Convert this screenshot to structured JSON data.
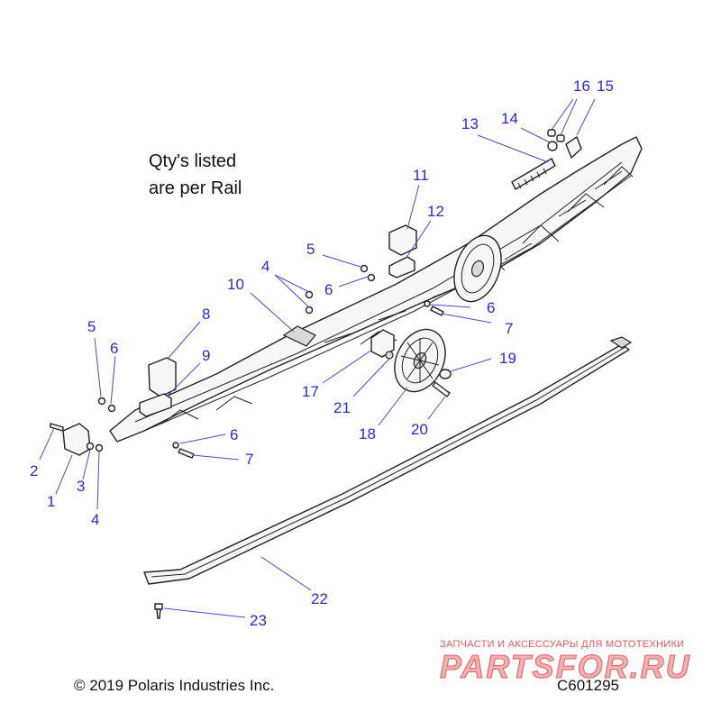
{
  "note": {
    "line1": "Qty's listed",
    "line2": "are per Rail"
  },
  "copyright": "© 2019 Polaris Industries Inc.",
  "diagram_code": "C601295",
  "watermark": {
    "tagline": "ЗАПЧАСТИ И АКСЕССУАРЫ ДЛЯ МОТОТЕХНИКИ",
    "brand": "PARTSFOR.RU"
  },
  "callout_color": "#2b2bc8",
  "callouts": {
    "c1": "1",
    "c2": "2",
    "c3": "3",
    "c4a": "4",
    "c4b": "4",
    "c5a": "5",
    "c5b": "5",
    "c6a": "6",
    "c6b": "6",
    "c6c": "6",
    "c6d": "6",
    "c7a": "7",
    "c7b": "7",
    "c8": "8",
    "c9": "9",
    "c10": "10",
    "c11": "11",
    "c12": "12",
    "c13": "13",
    "c14": "14",
    "c15": "15",
    "c16": "16",
    "c17": "17",
    "c18": "18",
    "c19": "19",
    "c20": "20",
    "c21": "21",
    "c22": "22",
    "c23": "23"
  }
}
